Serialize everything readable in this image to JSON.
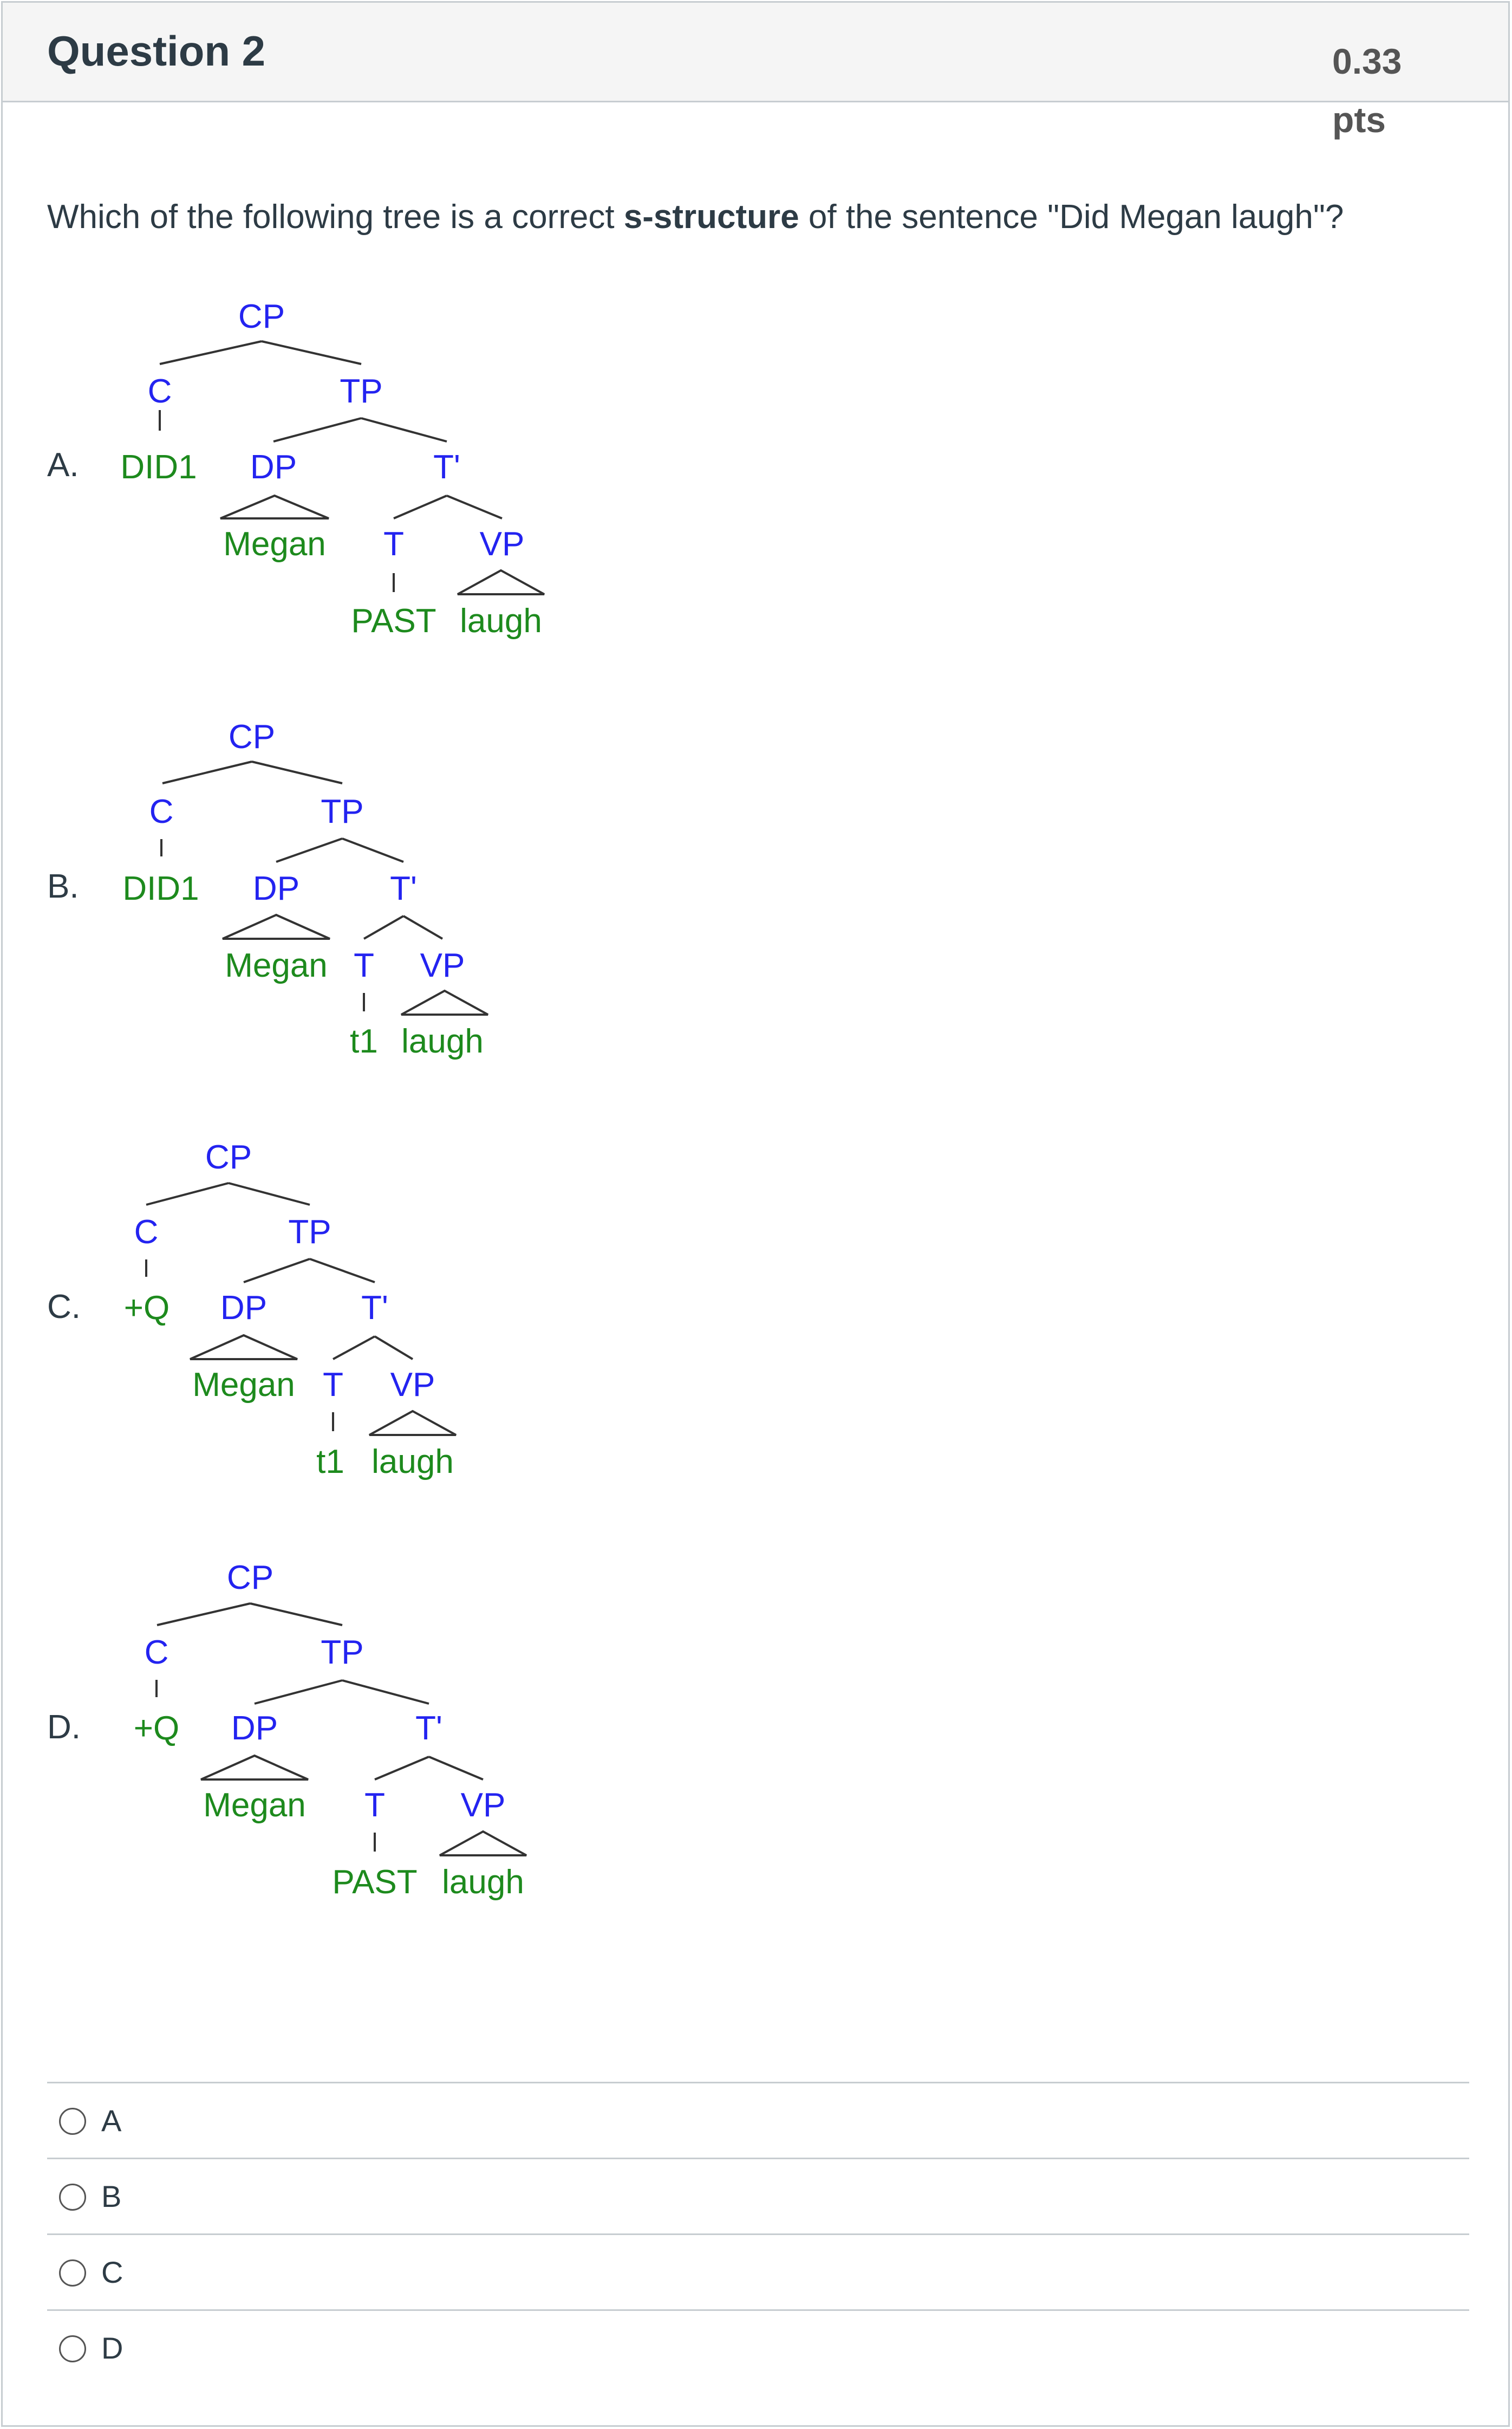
{
  "question": {
    "title": "Question 2",
    "points": "0.33 pts",
    "prompt_before": "Which of the following tree is a correct ",
    "prompt_bold": "s-structure",
    "prompt_after": " of the sentence \"Did Megan laugh\"?"
  },
  "options": [
    {
      "letter": "A.",
      "labels": {
        "cp": "CP",
        "c": "C",
        "c_head": "DID1",
        "tp": "TP",
        "dp": "DP",
        "dp_word": "Megan",
        "tbar": "T'",
        "t": "T",
        "t_word": "PAST",
        "vp": "VP",
        "vp_word": "laugh"
      }
    },
    {
      "letter": "B.",
      "labels": {
        "cp": "CP",
        "c": "C",
        "c_head": "DID1",
        "tp": "TP",
        "dp": "DP",
        "dp_word": "Megan",
        "tbar": "T'",
        "t": "T",
        "t_word": "t1",
        "vp": "VP",
        "vp_word": "laugh"
      }
    },
    {
      "letter": "C.",
      "labels": {
        "cp": "CP",
        "c": "C",
        "c_head": "+Q",
        "tp": "TP",
        "dp": "DP",
        "dp_word": "Megan",
        "tbar": "T'",
        "t": "T",
        "t_word": "t1",
        "vp": "VP",
        "vp_word": "laugh"
      }
    },
    {
      "letter": "D.",
      "labels": {
        "cp": "CP",
        "c": "C",
        "c_head": "+Q",
        "tp": "TP",
        "dp": "DP",
        "dp_word": "Megan",
        "tbar": "T'",
        "t": "T",
        "t_word": "PAST",
        "vp": "VP",
        "vp_word": "laugh"
      }
    }
  ],
  "answers": [
    {
      "label": "A"
    },
    {
      "label": "B"
    },
    {
      "label": "C"
    },
    {
      "label": "D"
    }
  ],
  "colors": {
    "node_label": "#2323f0",
    "word_label": "#1d8a1d",
    "header_bg": "#f5f5f5",
    "border": "#c7cdd1"
  },
  "icons": {
    "radio": "radio-button-unchecked-icon"
  }
}
